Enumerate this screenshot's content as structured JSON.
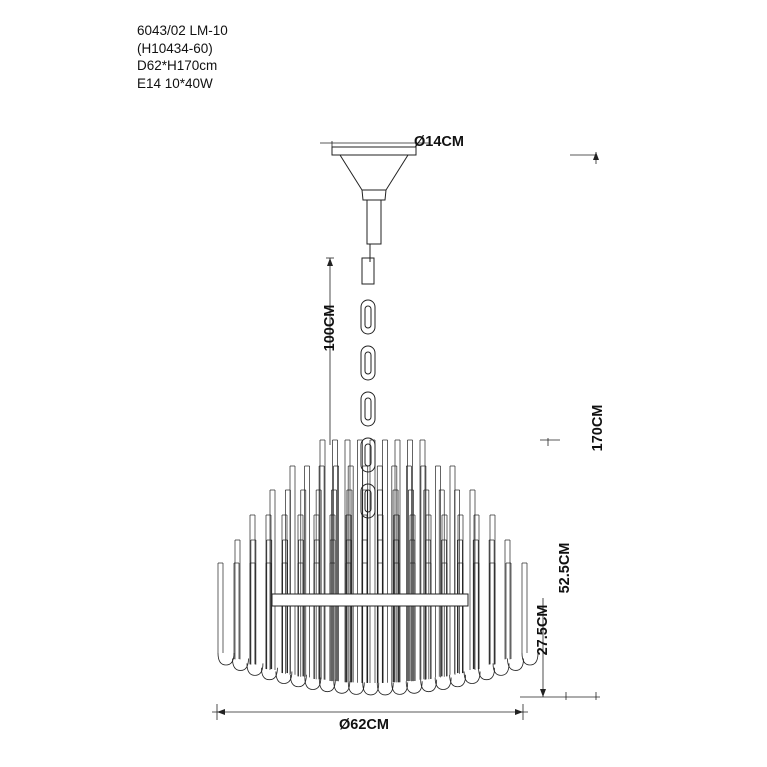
{
  "spec": {
    "model": "6043/02 LM-10",
    "code": "(H10434-60)",
    "size": "D62*H170cm",
    "bulbs": "E14 10*40W"
  },
  "dimensions": {
    "canopy_diameter": "Ø14CM",
    "chain_length": "100CM",
    "total_height": "170CM",
    "body_height": "52.5CM",
    "lower_height": "27.5CM",
    "diameter": "Ø62CM"
  }
}
